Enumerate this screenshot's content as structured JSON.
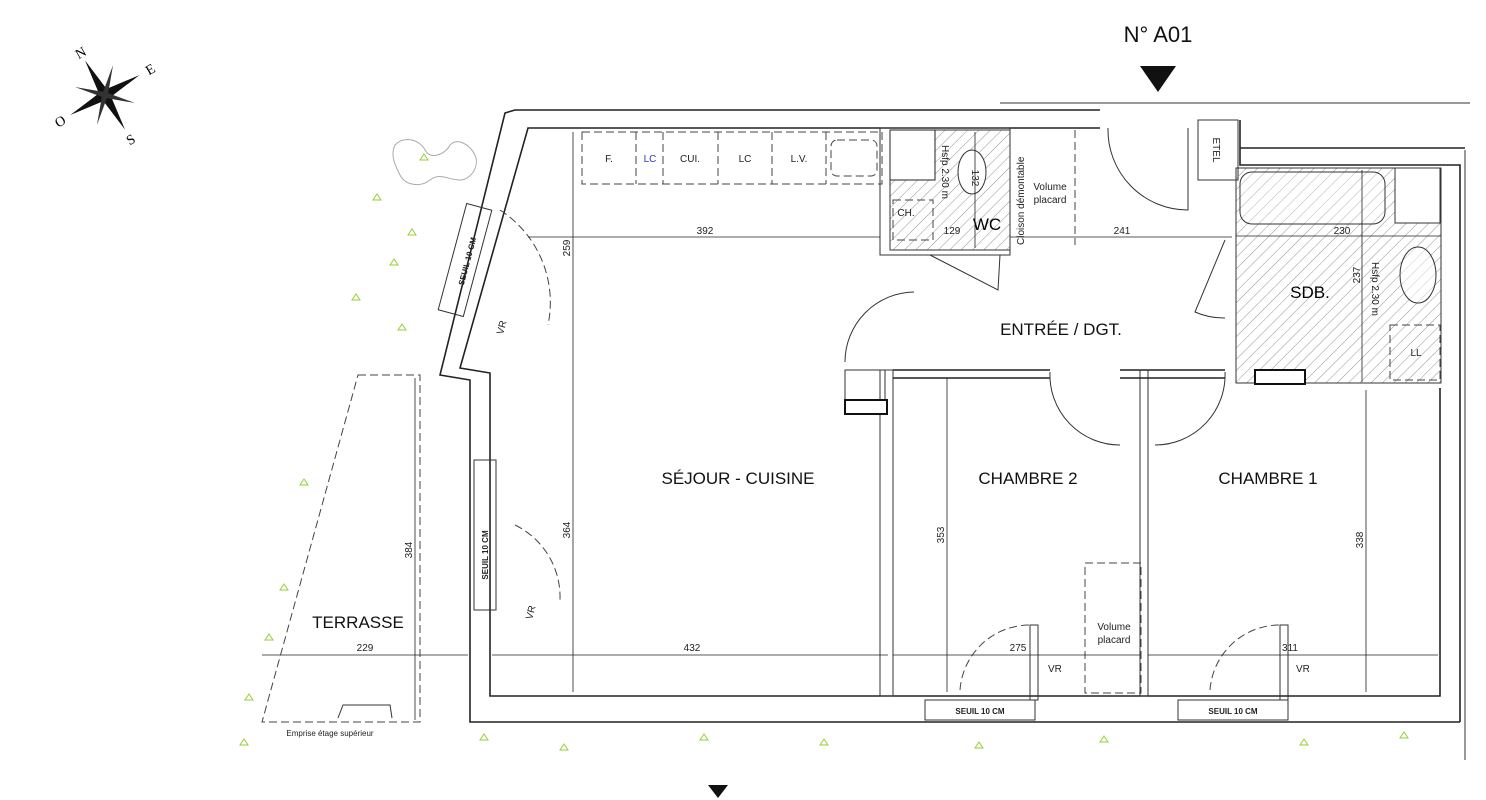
{
  "title": "N° A01",
  "compass": {
    "n": "N",
    "o": "O",
    "s": "S",
    "e": "E"
  },
  "rooms": {
    "sejour": "SÉJOUR - CUISINE",
    "chambre2": "CHAMBRE 2",
    "chambre1": "CHAMBRE 1",
    "entree": "ENTRÉE / DGT.",
    "sdb": "SDB.",
    "wc": "WC",
    "terrasse": "TERRASSE"
  },
  "kitchen": [
    "F.",
    "LC",
    "CUI.",
    "LC",
    "L.V."
  ],
  "fixtures": {
    "ch": "CH.",
    "etel": "ETEL",
    "ll": "LL"
  },
  "notes": {
    "hsfp": "Hsfp 2.30 m",
    "cloison": "Cloison démontable",
    "volume": "Volume",
    "placard": "placard",
    "seuil": "SEUIL 10 CM",
    "vr": "VR",
    "emprise": "Emprise étage supérieur"
  },
  "dimensions": {
    "d392": "392",
    "d259": "259",
    "d129": "129",
    "d132": "132",
    "d241": "241",
    "d230": "230",
    "d237": "237",
    "d364": "364",
    "d353": "353",
    "d338": "338",
    "d384": "384",
    "d229": "229",
    "d432": "432",
    "d275": "275",
    "d311": "311"
  },
  "colors": {
    "accent_lc": "#3333cc",
    "vegetation": "#9acd32"
  }
}
